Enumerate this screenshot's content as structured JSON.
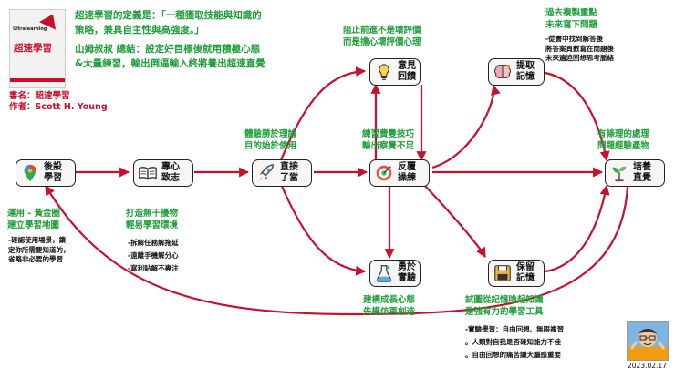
{
  "definition": {
    "line1": "超速學習的定義是：「一種獲取技能與知識的",
    "line2": "策略，兼具自主性與高強度。」",
    "line3": "山姆叔叔 總結：設定好目標後就用積極心態",
    "line4": "&大量練習，輸出倒逼輸入終將養出超速直覺"
  },
  "book": {
    "cover_top": "Ultralearning",
    "cover_title": "超速學習",
    "name_line": "書名：超速學習",
    "author_line": "作者：Scott H. Young"
  },
  "nodes": {
    "goal": "後設\n學習",
    "focus": "專心\n致志",
    "direct": "直接\n了當",
    "drill": "反覆\n操練",
    "feedback": "意見\n回饋",
    "retrieval": "提取\n記憶",
    "experiment": "勇於\n實驗",
    "retention": "保留\n記憶",
    "intuition": "培養\n直覺"
  },
  "annotations": {
    "goal_title": "運用 - 黃金圈\n建立學習地圖",
    "goal_body": "-確認使用場景，鎖\n定你所需要知道的，\n省略非必要的學習",
    "focus_title": "打造無干擾物\n輕易學習環境",
    "focus_b1": "-拆解任務解拖延",
    "focus_b2": "-遠離手機解分心",
    "focus_b3": "-寫利貼解不專注",
    "direct_title": "體驗勝於理論\n目的始於使用",
    "drill_title": "練習費曼技巧\n輸出察覺不足",
    "feedback_title": "阻止前進不是壞評價\n而是擔心壞評價心理",
    "retrieval_title": "過去複製重點\n未來寫下問題",
    "retrieval_body": "-從書中找到解答後\n將答案頁數寫在問題後\n未來遍迫回想思考脈絡",
    "intuition_title": "有條理的處理\n問題經驗產物",
    "experiment_title": "建構成長心態\n先模仿再創造",
    "retention_title": "試圖從記憶喚起知識\n是強有力的學習工具",
    "retention_b1": "-實驗學習：自由回想、無限複習",
    "retention_b2": "。人類對自我是否確知能力不佳",
    "retention_b3": "。自由回想的痛苦讓大腦感重要"
  },
  "date": "2023.02.17",
  "colors": {
    "accent": "#c8102e",
    "green": "#1e9e3a"
  }
}
